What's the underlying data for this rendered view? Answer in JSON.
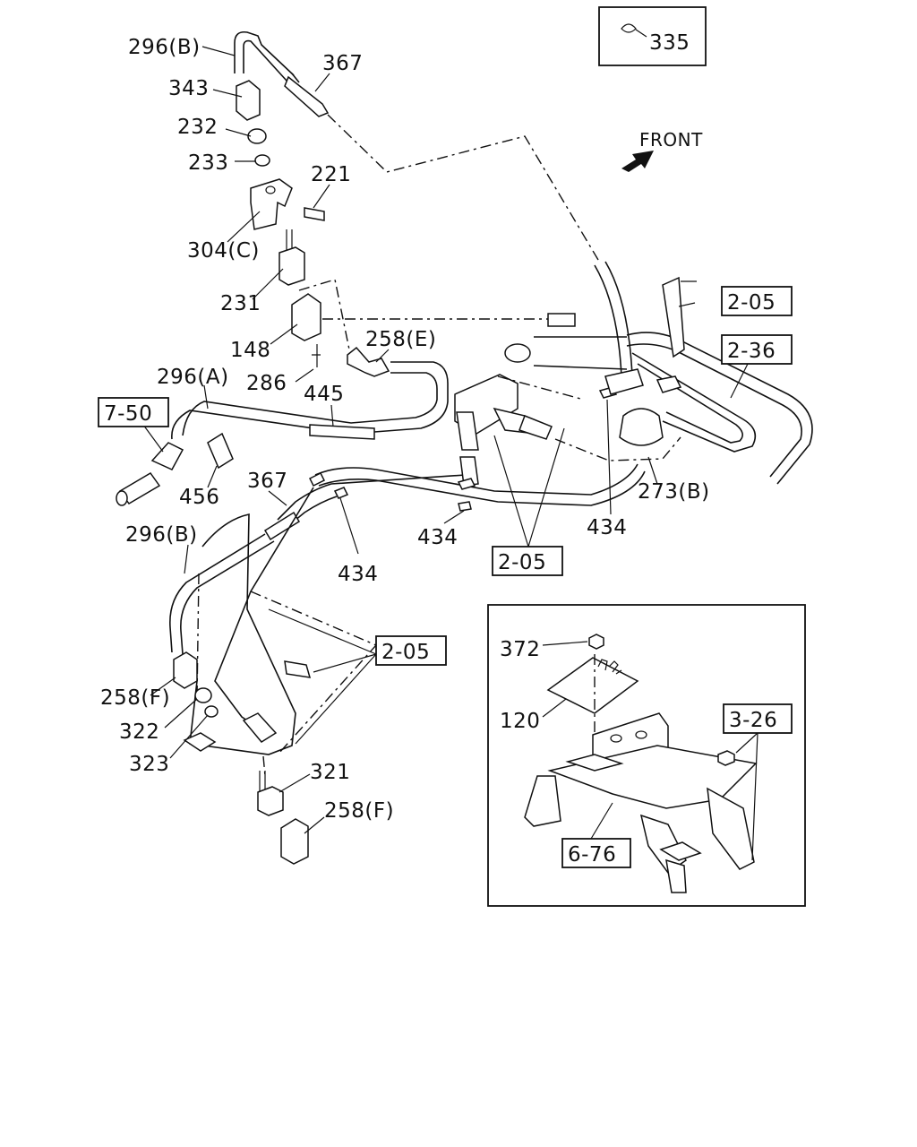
{
  "legend": {
    "label": "335"
  },
  "direction": {
    "label": "FRONT"
  },
  "callouts": {
    "c296b_top": "296(B)",
    "c367_top": "367",
    "c343": "343",
    "c232": "232",
    "c233": "233",
    "c221": "221",
    "c304c": "304(C)",
    "c231": "231",
    "c148": "148",
    "c258e": "258(E)",
    "c286": "286",
    "c296a": "296(A)",
    "c445": "445",
    "c456": "456",
    "c367_mid": "367",
    "c296b_mid": "296(B)",
    "c434_a": "434",
    "c434_b": "434",
    "c434_c": "434",
    "c273b": "273(B)",
    "c258f_a": "258(F)",
    "c322": "322",
    "c323": "323",
    "c321": "321",
    "c258f_b": "258(F)",
    "c372": "372",
    "c120": "120"
  },
  "references": {
    "r2_05_a": "2-05",
    "r2_36": "2-36",
    "r7_50": "7-50",
    "r2_05_b": "2-05",
    "r2_05_c": "2-05",
    "r3_26": "3-26",
    "r6_76": "6-76"
  }
}
